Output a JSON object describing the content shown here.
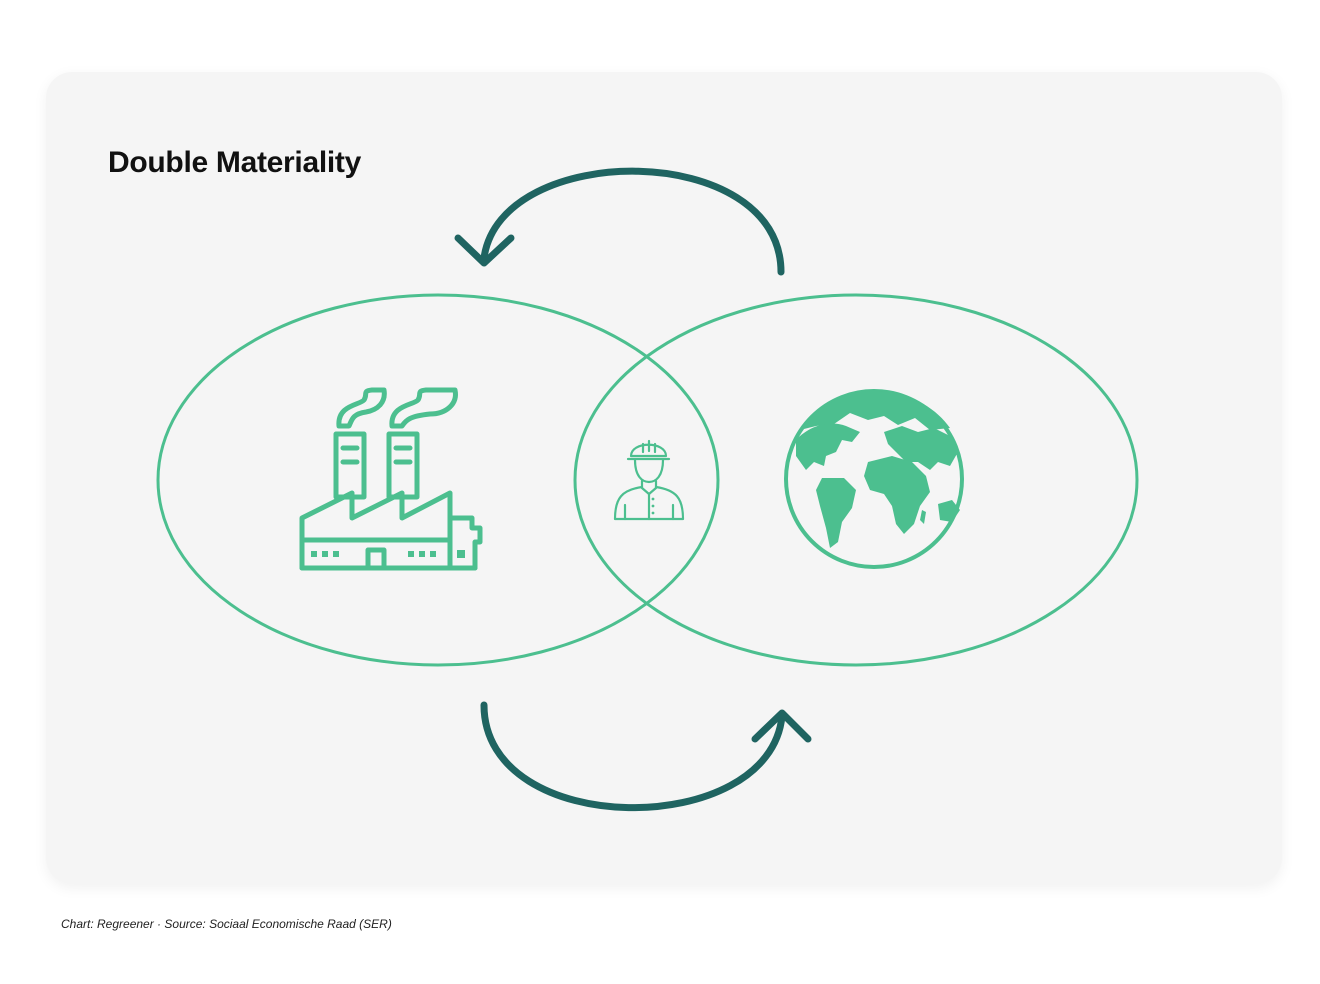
{
  "title": "Double Materiality",
  "caption": {
    "chart_by": "Chart: Regreener",
    "separator": " · ",
    "source": "Source: Sociaal Economische Raad (SER)"
  },
  "colors": {
    "card_background": "#f5f5f5",
    "ellipse_stroke": "#4cbf8f",
    "arrow_stroke": "#1f6461",
    "icon_fill": "#4cbf8f",
    "title_text": "#111111"
  },
  "diagram": {
    "left_circle_icon": "factory-icon",
    "center_icon": "worker-icon",
    "right_circle_icon": "globe-icon",
    "top_arrow_direction": "right-to-left",
    "bottom_arrow_direction": "left-to-right"
  }
}
